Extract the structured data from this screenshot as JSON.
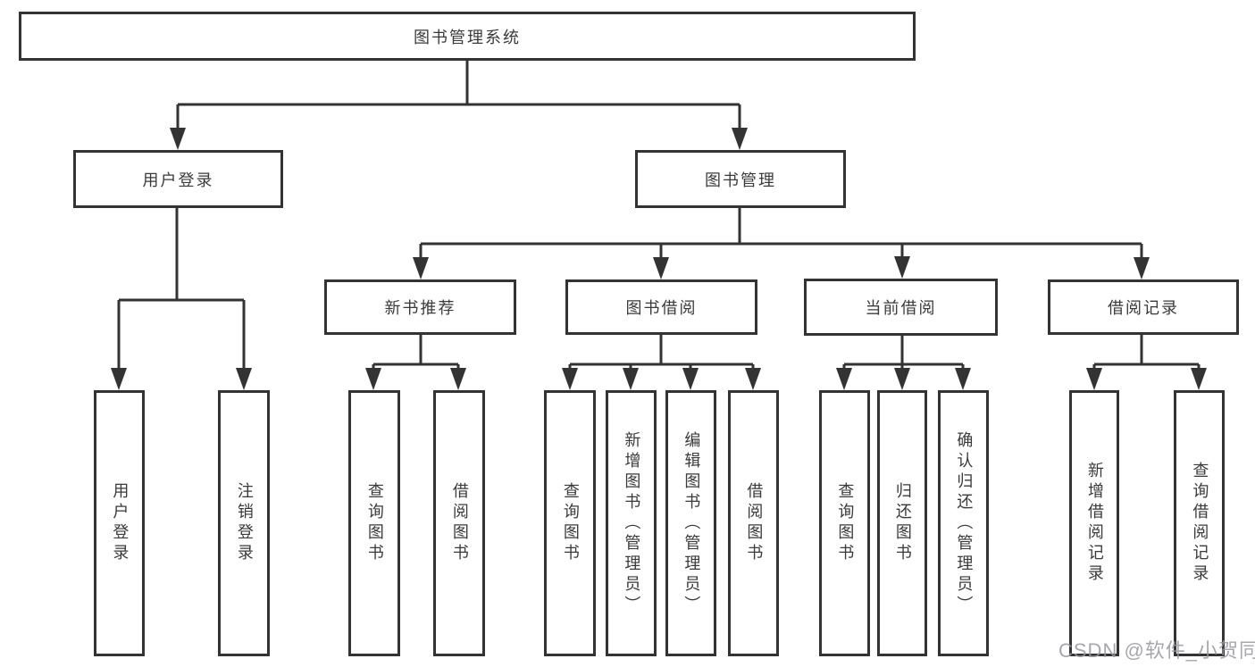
{
  "nodes": {
    "root": "图书管理系统",
    "user_login": "用户登录",
    "book_management": "图书管理",
    "new_book_recommend": "新书推荐",
    "book_borrow": "图书借阅",
    "current_borrow": "当前借阅",
    "borrow_records": "借阅记录",
    "leaf_user_login": "用户登录",
    "leaf_logout": "注销登录",
    "leaf_query_book_a": "查询图书",
    "leaf_borrow_book_a": "借阅图书",
    "leaf_query_book_b": "查询图书",
    "leaf_add_book": "新增图书（管理员）",
    "leaf_edit_book": "编辑图书（管理员）",
    "leaf_borrow_book_b": "借阅图书",
    "leaf_query_book_c": "查询图书",
    "leaf_return_book": "归还图书",
    "leaf_confirm_return": "确认归还（管理员）",
    "leaf_add_borrow_record": "新增借阅记录",
    "leaf_query_borrow_record": "查询借阅记录"
  },
  "watermark": "CSDN @软件_小贺同学",
  "colors": {
    "line": "#333333",
    "text": "#3a3a3a",
    "watermark": "#96989e",
    "background": "#ffffff"
  }
}
